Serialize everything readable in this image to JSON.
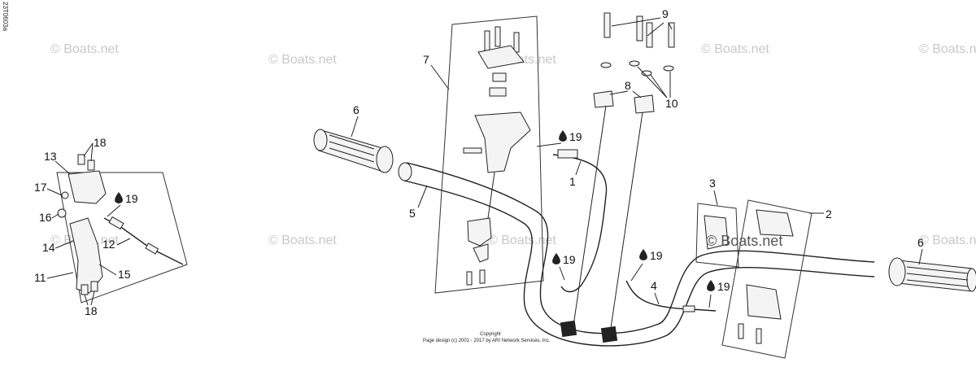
{
  "side_code": "23T0603a",
  "watermark": "© Boats.net",
  "watermark_overlay": "© Boats.net",
  "copyright": {
    "line1": "Copyright",
    "line2": "Page design (c) 2001 - 2017 by ARI Network Services, Inc."
  },
  "callouts": {
    "c1": "1",
    "c2": "2",
    "c3": "3",
    "c4": "4",
    "c5": "5",
    "c6a": "6",
    "c6b": "6",
    "c7": "7",
    "c8": "8",
    "c9": "9",
    "c10": "10",
    "c11": "11",
    "c12": "12",
    "c13": "13",
    "c14": "14",
    "c15": "15",
    "c16": "16",
    "c17": "17",
    "c18a": "18",
    "c18b": "18",
    "c19a": "19",
    "c19b": "19",
    "c19c": "19",
    "c19d": "19",
    "c19e": "19"
  }
}
